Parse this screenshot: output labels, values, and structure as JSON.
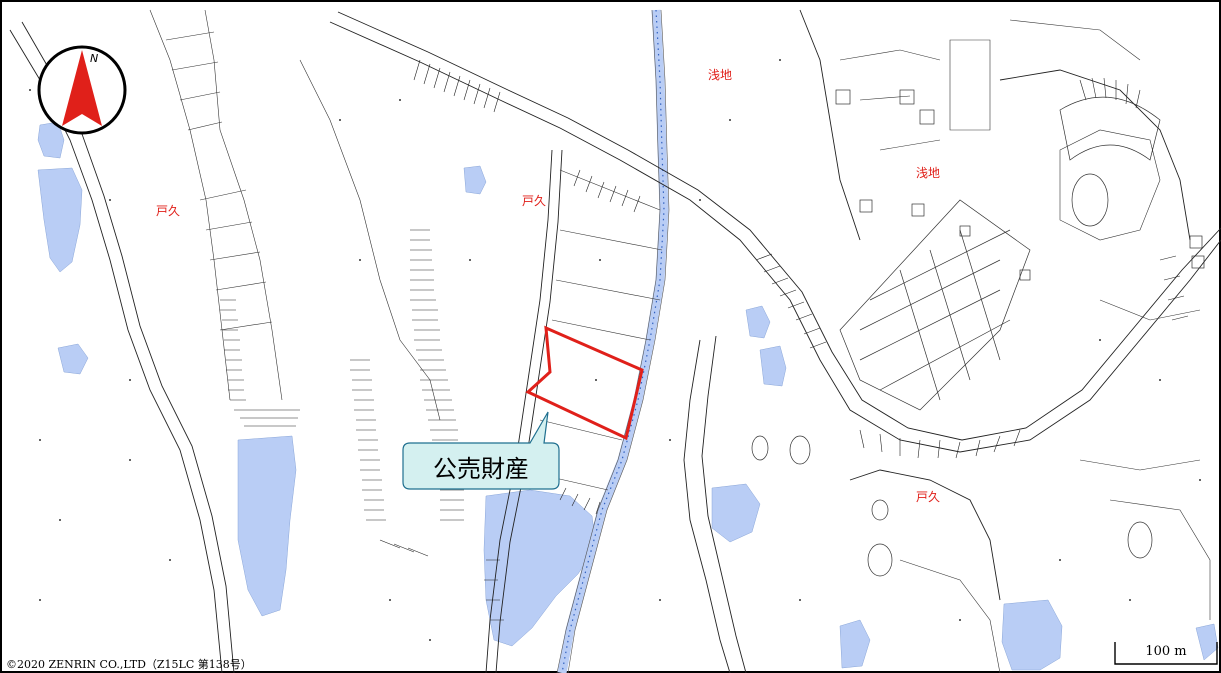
{
  "place_labels": [
    {
      "id": "toku-west",
      "text": "戸久"
    },
    {
      "id": "toku-center",
      "text": "戸久"
    },
    {
      "id": "toku-south",
      "text": "戸久"
    },
    {
      "id": "asachi-north",
      "text": "浅地"
    },
    {
      "id": "asachi-east",
      "text": "浅地"
    }
  ],
  "callout": {
    "label": "公売財産"
  },
  "compass": {
    "direction_label": "N"
  },
  "scale_bar": {
    "label": "100 m"
  },
  "copyright": "©2020 ZENRIN CO.,LTD（Z15LC 第138号）",
  "colors": {
    "water": "#b9cdf5",
    "property_outline": "#e0201a",
    "callout_fill": "#d4f0f0",
    "compass_arrow": "#e0201a",
    "place_label": "#e0201a",
    "river_dots": "#3060c0"
  }
}
